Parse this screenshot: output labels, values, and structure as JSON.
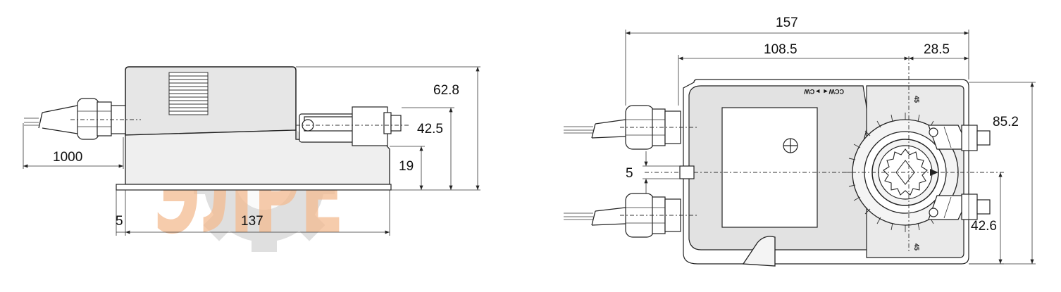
{
  "dimensions": {
    "cable_length": "1000",
    "base_offset": "5",
    "base_length": "137",
    "total_height": "62.8",
    "shaft_height": "42.5",
    "base_height": "19",
    "total_length": "157",
    "body_length": "108.5",
    "shaft_offset": "28.5",
    "total_width": "85.2",
    "shaft_center": "42.6",
    "cable_gap": "5"
  },
  "labels": {
    "rotation": "CCW◄ ►CW",
    "angle_top": "45",
    "angle_bottom": "45"
  },
  "watermark": {
    "text": "ЭЛРЕ",
    "gear_color": "#d8d8d8",
    "letter_color": "#f3b486"
  }
}
